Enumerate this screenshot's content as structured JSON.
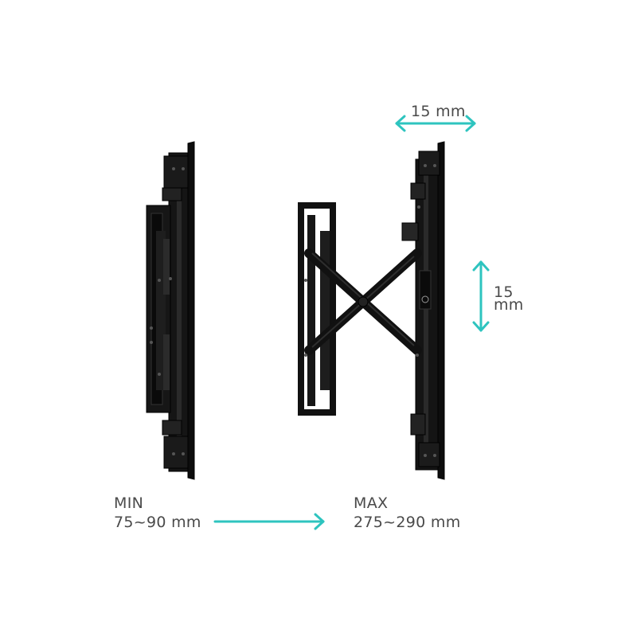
{
  "labels": {
    "min_title": "MIN",
    "min_value": "75~90 mm",
    "max_title": "MAX",
    "max_value": "275~290 mm",
    "depth_adjust": "15 mm",
    "vertical_adjust_line1": "15",
    "vertical_adjust_line2": "mm"
  },
  "colors": {
    "accent": "#2ec4bf",
    "text": "#4a4a4a",
    "mount": "#111111",
    "background": "#ffffff"
  },
  "icons": {
    "depth_arrow": "double-horizontal-arrow-icon",
    "vertical_arrow": "double-vertical-arrow-icon",
    "extend_arrow": "right-arrow-icon"
  }
}
